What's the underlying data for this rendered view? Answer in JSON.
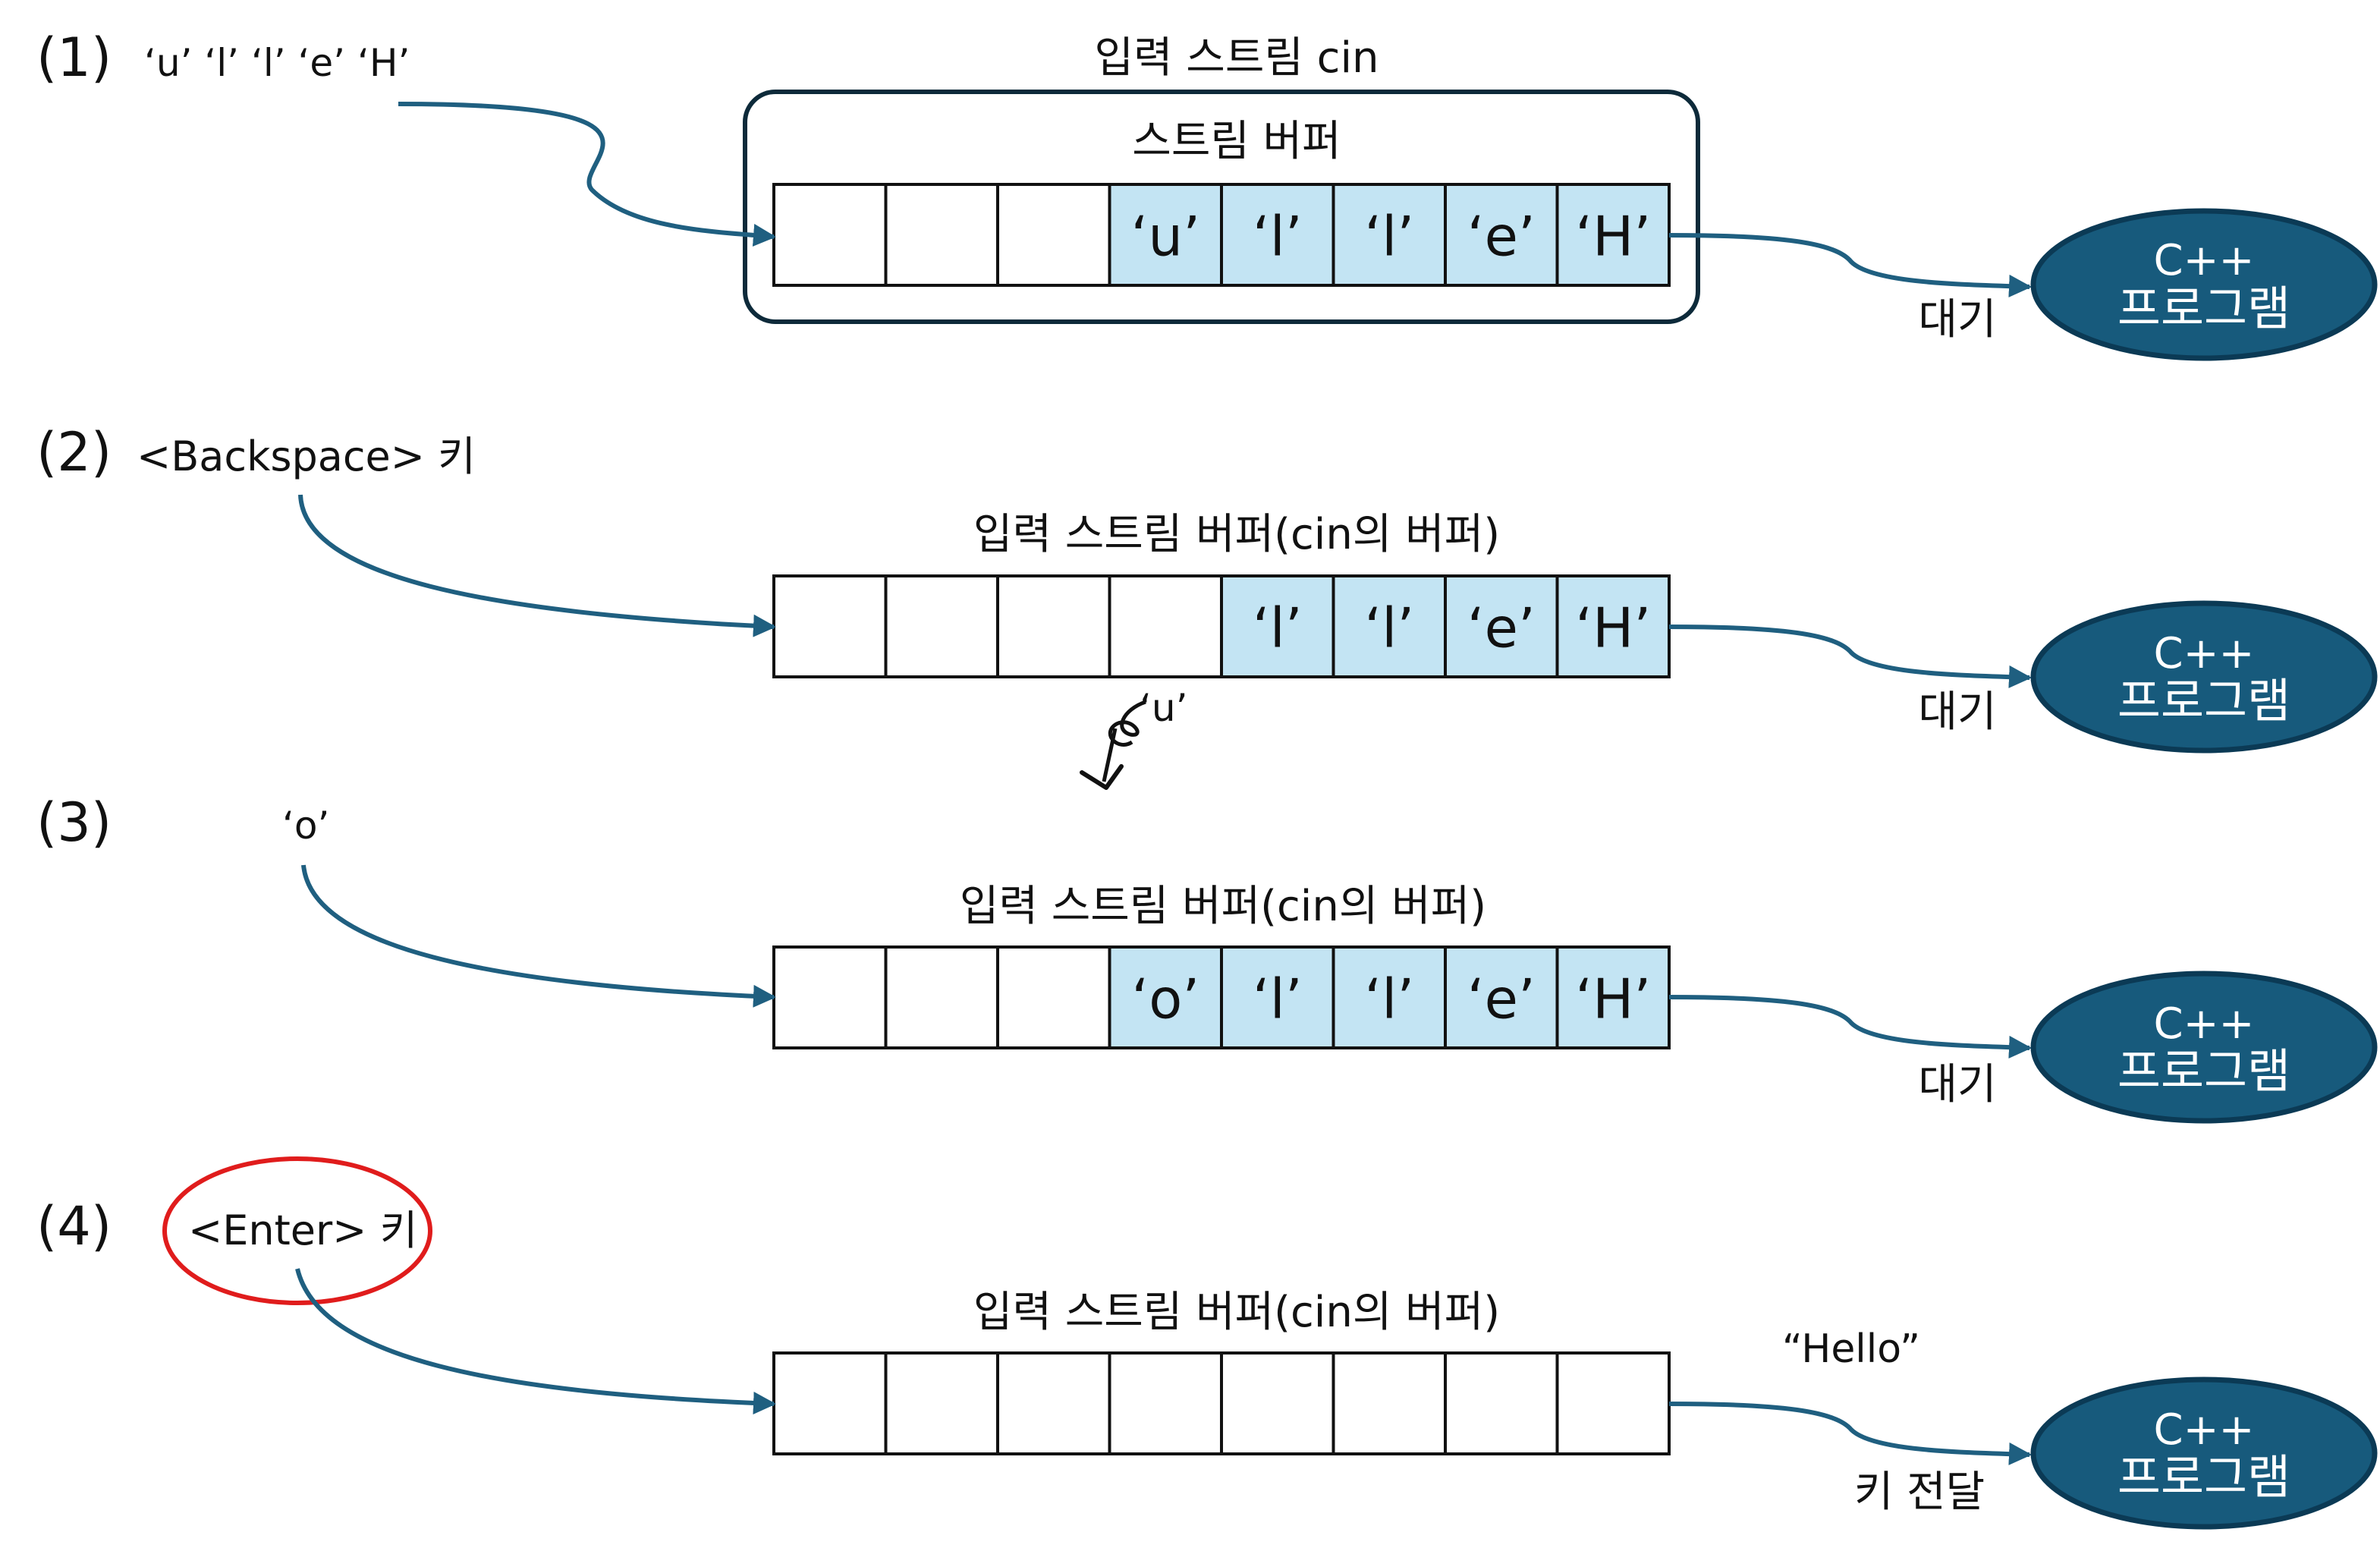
{
  "colors": {
    "arrow": "#1f5f80",
    "program_fill": "#175a7c",
    "program_stroke": "#0b3a55",
    "program_text": "#ffffff",
    "cell_filled": "#c3e4f3",
    "cell_stroke": "#111111",
    "highlight_circle": "#e01c1c",
    "text": "#111111"
  },
  "program": {
    "line1": "C++",
    "line2": "프로그램"
  },
  "panels": [
    {
      "step": "(1)",
      "input": "‘u’ ‘l’ ‘l’ ‘e’ ‘H’",
      "outer_title": "입력 스트림 cin",
      "buffer_title": "스트림 버퍼",
      "cells": [
        "",
        "",
        "",
        "‘u’",
        "‘l’",
        "‘l’",
        "‘e’",
        "‘H’"
      ],
      "status": "대기",
      "output": ""
    },
    {
      "step": "(2)",
      "input": "<Backspace> 키",
      "outer_title": "",
      "buffer_title": "입력 스트림 버퍼(cin의 버퍼)",
      "cells": [
        "",
        "",
        "",
        "",
        "‘l’",
        "‘l’",
        "‘e’",
        "‘H’"
      ],
      "status": "대기",
      "output": "",
      "removed": "‘u’"
    },
    {
      "step": "(3)",
      "input": "‘o’",
      "outer_title": "",
      "buffer_title": "입력 스트림 버퍼(cin의 버퍼)",
      "cells": [
        "",
        "",
        "",
        "‘o’",
        "‘l’",
        "‘l’",
        "‘e’",
        "‘H’"
      ],
      "status": "대기",
      "output": ""
    },
    {
      "step": "(4)",
      "input": "<Enter> 키",
      "outer_title": "",
      "buffer_title": "입력 스트림 버퍼(cin의 버퍼)",
      "cells": [
        "",
        "",
        "",
        "",
        "",
        "",
        "",
        ""
      ],
      "status": "키 전달",
      "output": "“Hello”"
    }
  ]
}
